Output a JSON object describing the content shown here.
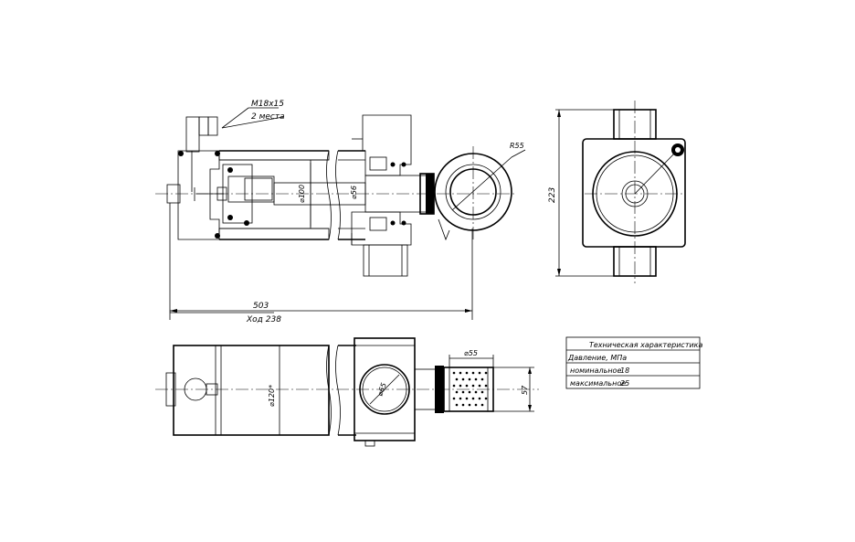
{
  "dimensions": {
    "thread": "M18x15",
    "thread_count": "2 места",
    "bore_diameter": "⌀100",
    "rod_diameter": "⌀56",
    "eye_radius": "R55",
    "total_length": "503",
    "stroke": "Ход 238",
    "height": "223",
    "body_diameter": "⌀120*",
    "pin_diameter": "⌀65",
    "rod_end_diameter": "⌀55",
    "rod_end_length": "57"
  },
  "spec_table": {
    "title": "Техническая характеристика",
    "rows": [
      {
        "label": "Давление, МПа",
        "value": ""
      },
      {
        "label": "номинальное",
        "value": "18"
      },
      {
        "label": "максимальное",
        "value": "25"
      }
    ]
  }
}
